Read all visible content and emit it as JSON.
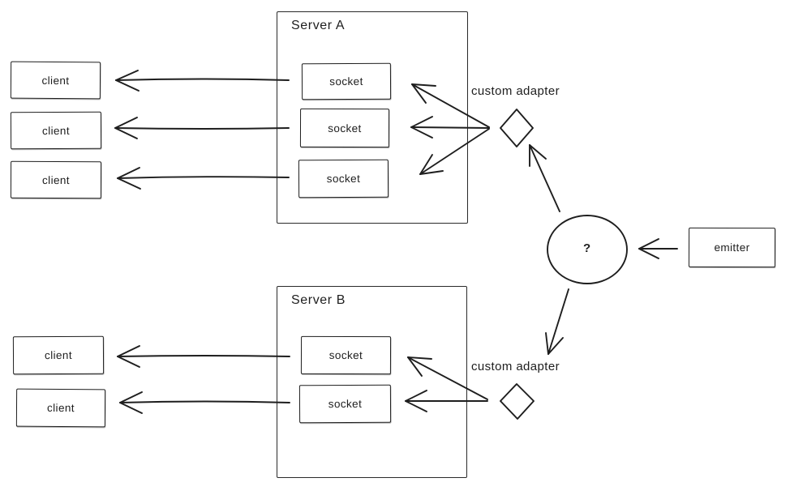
{
  "app": {
    "background_color": "#ffffff",
    "stroke_color": "#1e1e1e"
  },
  "diagram": {
    "server_a": {
      "title": "Server A",
      "sockets": [
        "socket",
        "socket",
        "socket"
      ]
    },
    "server_b": {
      "title": "Server B",
      "sockets": [
        "socket",
        "socket"
      ]
    },
    "clients_top": [
      "client",
      "client",
      "client"
    ],
    "clients_bottom": [
      "client",
      "client"
    ],
    "adapters": {
      "top_label": "custom adapter",
      "bottom_label": "custom adapter"
    },
    "hub": {
      "label": "?"
    },
    "emitter": {
      "label": "emitter"
    }
  }
}
